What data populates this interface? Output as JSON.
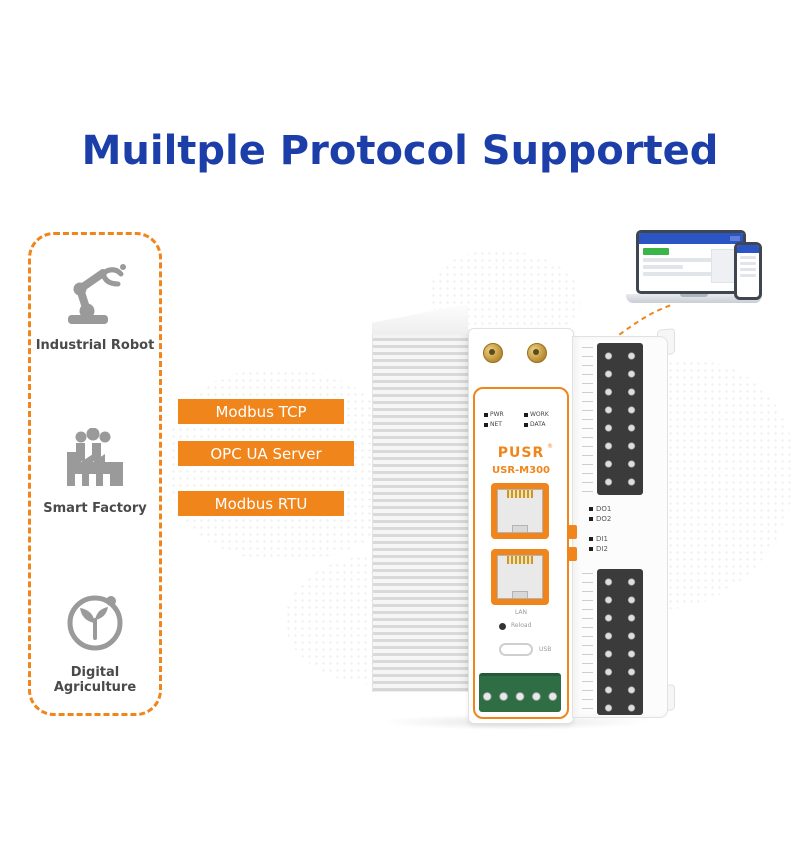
{
  "title": "Muiltple Protocol Supported",
  "applications": {
    "items": [
      {
        "label": "Industrial Robot",
        "icon": "robot-arm-icon"
      },
      {
        "label": "Smart Factory",
        "icon": "factory-icon"
      },
      {
        "label": "Digital Agriculture",
        "icon": "sprout-icon"
      }
    ]
  },
  "protocols": {
    "items": [
      {
        "label": "Modbus TCP"
      },
      {
        "label": "OPC UA Server"
      },
      {
        "label": "Modbus RTU"
      }
    ]
  },
  "device": {
    "brand": "PUSR",
    "brand_mark": "®",
    "model": "USR-M300",
    "leds": [
      {
        "label": "PWR"
      },
      {
        "label": "WORK"
      },
      {
        "label": "NET"
      },
      {
        "label": "DATA"
      }
    ],
    "port_labels": {
      "lan": "LAN",
      "reload": "Reload",
      "usb": "USB"
    },
    "io_labels": [
      {
        "label": "DO1"
      },
      {
        "label": "DO2"
      },
      {
        "label": "DI1"
      },
      {
        "label": "DI2"
      }
    ]
  },
  "colors": {
    "accent_orange": "#F0851C",
    "title_blue": "#1C3EA9",
    "icon_gray": "#9A9A9A"
  }
}
